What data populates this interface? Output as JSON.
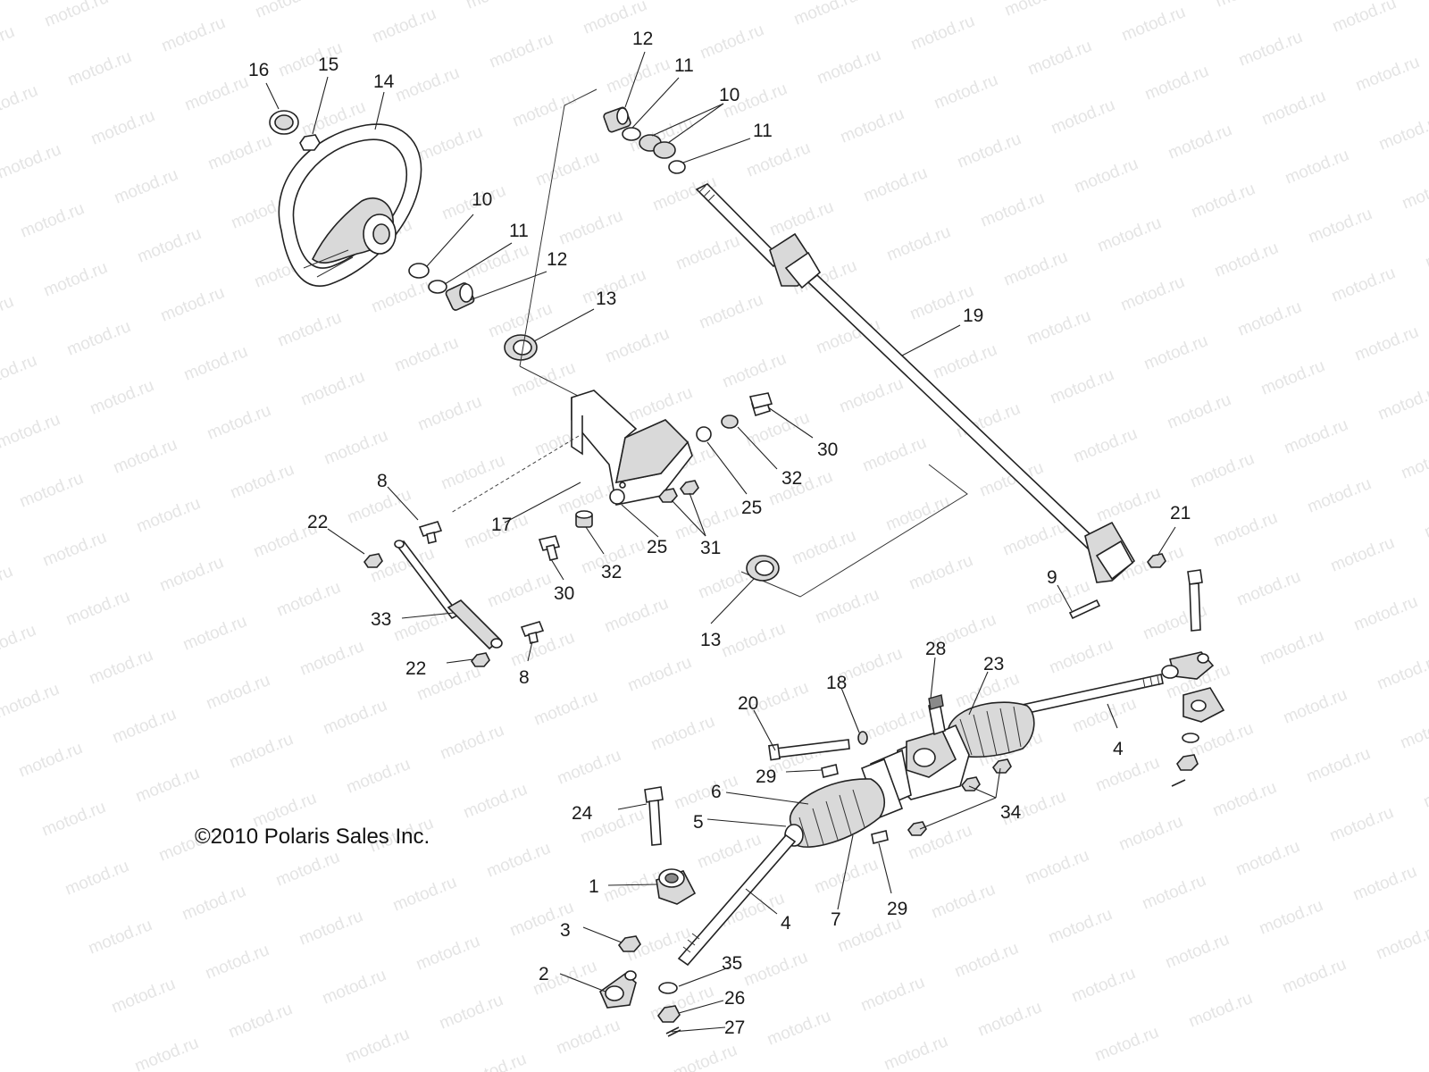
{
  "copyright": "©2010 Polaris Sales Inc.",
  "watermark": "motod.ru",
  "callouts": [
    {
      "label": "16",
      "name": "callout-16-horn-cap"
    },
    {
      "label": "15",
      "name": "callout-15-nut"
    },
    {
      "label": "14",
      "name": "callout-14-steering-wheel"
    },
    {
      "label": "12",
      "name": "callout-12-bushing-top"
    },
    {
      "label": "11",
      "name": "callout-11-washer-top"
    },
    {
      "label": "10",
      "name": "callout-10-bearing-top"
    },
    {
      "label": "11",
      "name": "callout-11-washer-upper"
    },
    {
      "label": "10",
      "name": "callout-10-washer-left"
    },
    {
      "label": "11",
      "name": "callout-11-washer-left"
    },
    {
      "label": "12",
      "name": "callout-12-bushing-left"
    },
    {
      "label": "13",
      "name": "callout-13-seal-upper"
    },
    {
      "label": "19",
      "name": "callout-19-steering-shaft"
    },
    {
      "label": "30",
      "name": "callout-30-bolt-right"
    },
    {
      "label": "32",
      "name": "callout-32-bushing-right"
    },
    {
      "label": "8",
      "name": "callout-8-stud-upper"
    },
    {
      "label": "25",
      "name": "callout-25-washer-right"
    },
    {
      "label": "22",
      "name": "callout-22-nut-upper"
    },
    {
      "label": "17",
      "name": "callout-17-column-bracket"
    },
    {
      "label": "25",
      "name": "callout-25-washer-center"
    },
    {
      "label": "31",
      "name": "callout-31-nuts"
    },
    {
      "label": "32",
      "name": "callout-32-bushing-center"
    },
    {
      "label": "21",
      "name": "callout-21-nut"
    },
    {
      "label": "30",
      "name": "callout-30-bolt-center"
    },
    {
      "label": "9",
      "name": "callout-9-bolt"
    },
    {
      "label": "33",
      "name": "callout-33-gas-strut"
    },
    {
      "label": "13",
      "name": "callout-13-seal-lower"
    },
    {
      "label": "28",
      "name": "callout-28-fitting"
    },
    {
      "label": "23",
      "name": "callout-23-boot-right"
    },
    {
      "label": "22",
      "name": "callout-22-nut-lower"
    },
    {
      "label": "8",
      "name": "callout-8-stud-lower"
    },
    {
      "label": "18",
      "name": "callout-18-washer"
    },
    {
      "label": "20",
      "name": "callout-20-long-bolt"
    },
    {
      "label": "4",
      "name": "callout-4-tie-rod-right"
    },
    {
      "label": "29",
      "name": "callout-29-bolt-upper"
    },
    {
      "label": "6",
      "name": "callout-6-clamp"
    },
    {
      "label": "34",
      "name": "callout-34-nuts"
    },
    {
      "label": "24",
      "name": "callout-24-bolt"
    },
    {
      "label": "5",
      "name": "callout-5-clamp"
    },
    {
      "label": "29",
      "name": "callout-29-bolt-lower"
    },
    {
      "label": "1",
      "name": "callout-1-tie-rod-end-bushing"
    },
    {
      "label": "4",
      "name": "callout-4-tie-rod-left"
    },
    {
      "label": "7",
      "name": "callout-7-boot-left"
    },
    {
      "label": "3",
      "name": "callout-3-nut"
    },
    {
      "label": "35",
      "name": "callout-35-washer"
    },
    {
      "label": "2",
      "name": "callout-2-tie-rod-end"
    },
    {
      "label": "26",
      "name": "callout-26-castle-nut"
    },
    {
      "label": "27",
      "name": "callout-27-cotter-pin"
    }
  ]
}
